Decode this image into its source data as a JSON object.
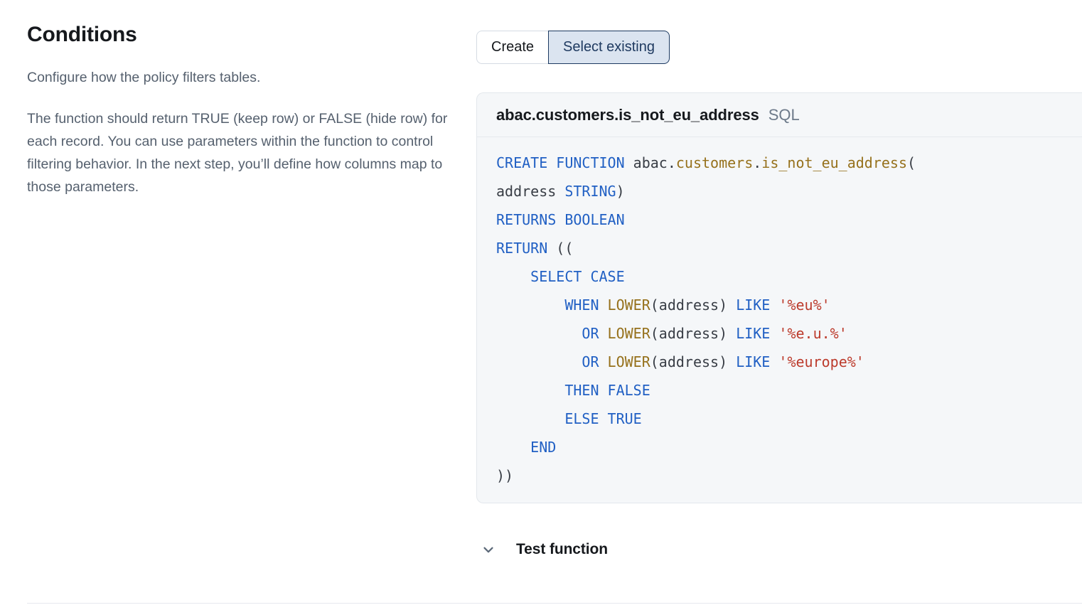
{
  "left": {
    "title": "Conditions",
    "subtitle": "Configure how the policy filters tables.",
    "description": "The function should return TRUE (keep row) or FALSE (hide row) for each record. You can use parameters within the function to control filtering behavior. In the next step, you’ll define how columns map to those parameters."
  },
  "toggle": {
    "options": [
      "Create",
      "Select existing"
    ],
    "selected": "Select existing",
    "selected_bg": "#dbe4f0",
    "selected_border": "#1d3a61",
    "selected_text": "#1f3a60"
  },
  "code_card": {
    "function_name": "abac.customers.is_not_eu_address",
    "language": "SQL",
    "background": "#f5f7f9",
    "border": "#e3e7ec",
    "syntax_colors": {
      "keyword": "#2160c4",
      "function": "#96711c",
      "string": "#bc3b2c",
      "plain": "#383d45"
    },
    "lines": [
      [
        {
          "t": "CREATE FUNCTION ",
          "c": "kw"
        },
        {
          "t": "abac.",
          "c": "pl"
        },
        {
          "t": "customers",
          "c": "fn"
        },
        {
          "t": ".",
          "c": "pl"
        },
        {
          "t": "is_not_eu_address",
          "c": "fn"
        },
        {
          "t": "(",
          "c": "pl"
        }
      ],
      [
        {
          "t": "address ",
          "c": "pl"
        },
        {
          "t": "STRING",
          "c": "kw"
        },
        {
          "t": ")",
          "c": "pl"
        }
      ],
      [
        {
          "t": "RETURNS BOOLEAN",
          "c": "kw"
        }
      ],
      [
        {
          "t": "RETURN",
          "c": "kw"
        },
        {
          "t": " ((",
          "c": "pl"
        }
      ],
      [
        {
          "t": "    SELECT CASE",
          "c": "kw"
        }
      ],
      [
        {
          "t": "        WHEN ",
          "c": "kw"
        },
        {
          "t": "LOWER",
          "c": "fn"
        },
        {
          "t": "(address) ",
          "c": "pl"
        },
        {
          "t": "LIKE ",
          "c": "kw"
        },
        {
          "t": "'%eu%'",
          "c": "str"
        }
      ],
      [
        {
          "t": "          OR ",
          "c": "kw"
        },
        {
          "t": "LOWER",
          "c": "fn"
        },
        {
          "t": "(address) ",
          "c": "pl"
        },
        {
          "t": "LIKE ",
          "c": "kw"
        },
        {
          "t": "'%e.u.%'",
          "c": "str"
        }
      ],
      [
        {
          "t": "          OR ",
          "c": "kw"
        },
        {
          "t": "LOWER",
          "c": "fn"
        },
        {
          "t": "(address) ",
          "c": "pl"
        },
        {
          "t": "LIKE ",
          "c": "kw"
        },
        {
          "t": "'%europe%'",
          "c": "str"
        }
      ],
      [
        {
          "t": "        THEN FALSE",
          "c": "kw"
        }
      ],
      [
        {
          "t": "        ELSE TRUE",
          "c": "kw"
        }
      ],
      [
        {
          "t": "    END",
          "c": "kw"
        }
      ],
      [
        {
          "t": "))",
          "c": "pl"
        }
      ]
    ]
  },
  "test_function": {
    "label": "Test function",
    "icon": "chevron-down-icon",
    "expanded": false
  }
}
